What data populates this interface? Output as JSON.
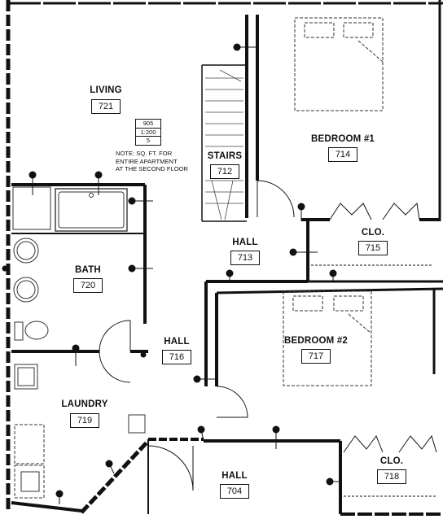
{
  "rooms": [
    {
      "name": "LIVING",
      "number": "721"
    },
    {
      "name": "BEDROOM #1",
      "number": "714"
    },
    {
      "name": "STAIRS",
      "number": "712"
    },
    {
      "name": "HALL",
      "number": "713"
    },
    {
      "name": "CLO.",
      "number": "715"
    },
    {
      "name": "BATH",
      "number": "720"
    },
    {
      "name": "HALL",
      "number": "716"
    },
    {
      "name": "BEDROOM #2",
      "number": "717"
    },
    {
      "name": "LAUNDRY",
      "number": "719"
    },
    {
      "name": "CLO.",
      "number": "718"
    },
    {
      "name": "HALL",
      "number": "704"
    }
  ],
  "area_tag": {
    "line1": "905",
    "line2": "1:200",
    "line3": "5"
  },
  "note": {
    "line1": "NOTE: SQ. FT. FOR",
    "line2": "ENTIRE APARTMENT",
    "line3": "AT THE SECOND FLOOR"
  },
  "colors": {
    "wall": "#111111",
    "background": "#ffffff",
    "fixture": "#555555"
  }
}
